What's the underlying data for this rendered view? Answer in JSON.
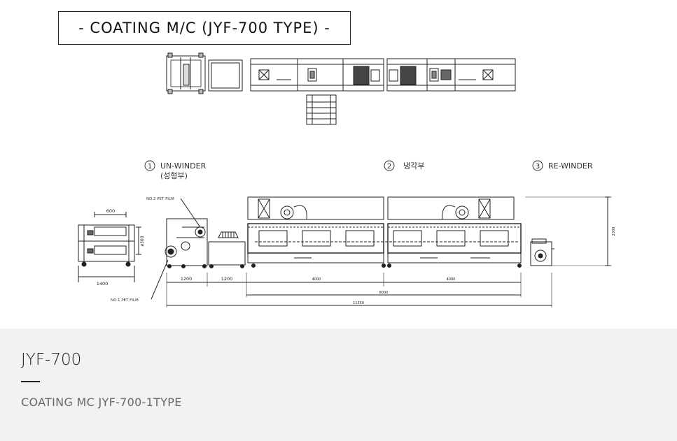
{
  "title": "- COATING  M/C (JYF-700 TYPE) -",
  "sections": [
    {
      "num": "1",
      "label": "UN-WINDER",
      "sub": "(성형부)"
    },
    {
      "num": "2",
      "label": "냉각부",
      "sub": ""
    },
    {
      "num": "3",
      "label": "RE-WINDER",
      "sub": ""
    }
  ],
  "annotations": {
    "film2": "NO.2 PET FILM",
    "film1": "NO.1 PET FILM"
  },
  "dimensions": {
    "side_width": "600",
    "side_dia": "ø300",
    "side_total": "1400",
    "seg_a": "1200",
    "seg_b": "1200",
    "dryer_1": "4000",
    "dryer_2": "4000",
    "dryer_total": "8000",
    "overall": "11350",
    "height": "2300"
  },
  "footer": {
    "model": "JYF-700",
    "subtitle": "COATING MC JYF-700-1TYPE"
  },
  "colors": {
    "line": "#222222",
    "footer_bg": "#f2f2f2",
    "subtitle": "#666666"
  }
}
